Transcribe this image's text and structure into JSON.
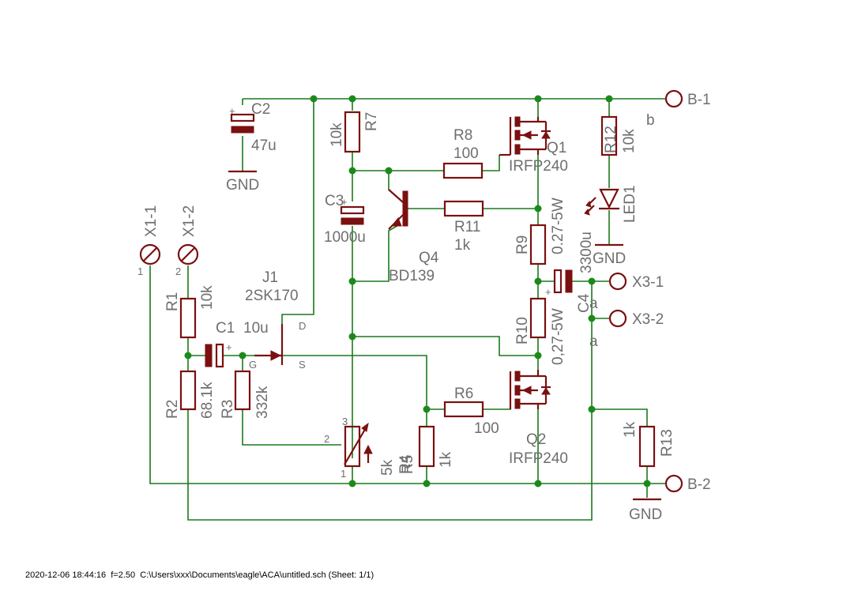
{
  "colors": {
    "wire": "#1b7a1b",
    "part": "#7a1010",
    "text": "#6e6e6e",
    "junction": "#1b8a1b"
  },
  "footer": "2020-12-06 18:44:16  f=2.50  C:\\Users\\xxx\\Documents\\eagle\\ACA\\untitled.sch (Sheet: 1/1)",
  "labels": {
    "c2": "C2",
    "c2_val": "47u",
    "gnd": "GND",
    "r7": "R7",
    "r7_val": "10k",
    "r8": "R8",
    "r8_val": "100",
    "q1": "Q1",
    "q1_val": "IRFP240",
    "r12": "R12",
    "r12_val": "10k",
    "led1": "LED1",
    "b1": "B-1",
    "b_lower": "b",
    "c3": "C3",
    "c3_val": "1000u",
    "r11": "R11",
    "r11_val": "1k",
    "q4": "Q4",
    "q4_val": "BD139",
    "r9": "R9",
    "r9_val": "0.27-5W",
    "c4": "C4",
    "c4_val": "3300u",
    "x3_1": "X3-1",
    "x3_2": "X3-2",
    "a_lower": "a",
    "x1_1": "X1-1",
    "x1_2": "X1-2",
    "pin1": "1",
    "pin2": "2",
    "pin3": "3",
    "r1": "R1",
    "r1_val": "10k",
    "j1": "J1",
    "j1_val": "2SK170",
    "c1": "C1",
    "c1_val": "10u",
    "pin_d": "D",
    "pin_g": "G",
    "pin_s": "S",
    "r10": "R10",
    "r10_val": "0,27-5W",
    "r2": "R2",
    "r2_val": "68.1k",
    "r3": "R3",
    "r3_val": "332k",
    "r6": "R6",
    "r6_val": "100",
    "r4": "R4",
    "r4_val": "5k",
    "r5": "R5",
    "r5_val": "1k",
    "q2": "Q2",
    "q2_val": "IRFP240",
    "r13": "R13",
    "r13_val": "1k",
    "b2": "B-2"
  }
}
